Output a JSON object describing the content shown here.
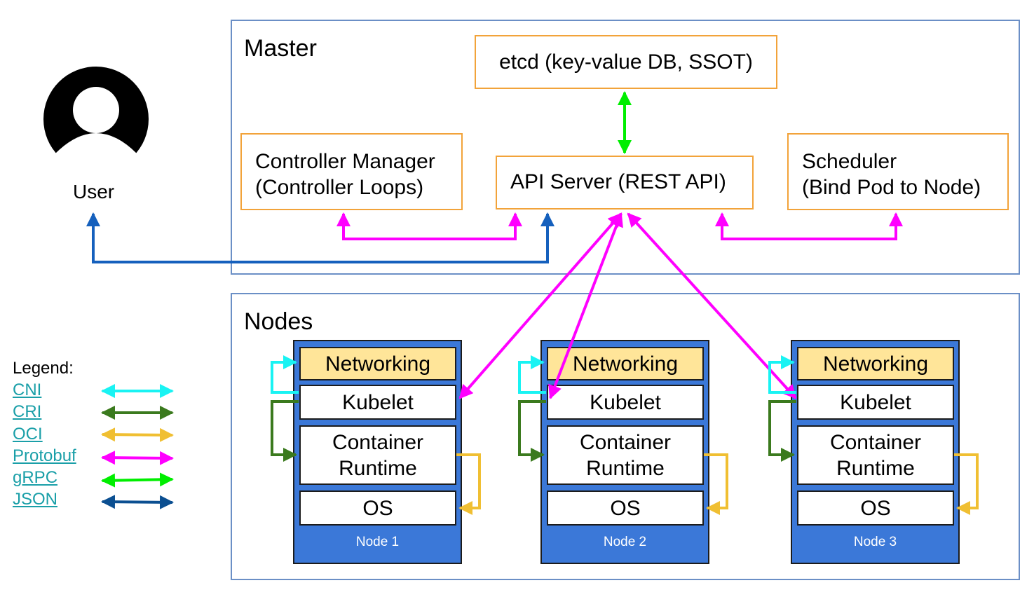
{
  "master": {
    "title": "Master",
    "etcd": "etcd (key-value DB, SSOT)",
    "controller": [
      "Controller Manager",
      "(Controller Loops)"
    ],
    "api_server": "API Server (REST API)",
    "scheduler": [
      "Scheduler",
      "(Bind Pod to Node)"
    ]
  },
  "user": {
    "label": "User"
  },
  "nodes_panel": {
    "title": "Nodes"
  },
  "nodes": [
    {
      "networking": "Networking",
      "kubelet": "Kubelet",
      "runtime": [
        "Container",
        "Runtime"
      ],
      "os": "OS",
      "label": "Node 1"
    },
    {
      "networking": "Networking",
      "kubelet": "Kubelet",
      "runtime": [
        "Container",
        "Runtime"
      ],
      "os": "OS",
      "label": "Node 2"
    },
    {
      "networking": "Networking",
      "kubelet": "Kubelet",
      "runtime": [
        "Container",
        "Runtime"
      ],
      "os": "OS",
      "label": "Node 3"
    }
  ],
  "legend": {
    "title": "Legend:",
    "items": [
      {
        "label": "CNI",
        "color": "#19f3f3"
      },
      {
        "label": "CRI",
        "color": "#3b7a1e"
      },
      {
        "label": "OCI",
        "color": "#f0bf32"
      },
      {
        "label": "Protobuf",
        "color": "#ff00ff"
      },
      {
        "label": "gRPC",
        "color": "#00ee00"
      },
      {
        "label": "JSON",
        "color": "#0b4f91"
      }
    ]
  },
  "colors": {
    "panel_border": "#6b8fc6",
    "box_border": "#f2a33a",
    "node_fill": "#3b78d8",
    "networking_fill": "#ffe599",
    "user_arrow": "#1560bd"
  },
  "icons": {
    "user": "user-avatar-icon"
  }
}
